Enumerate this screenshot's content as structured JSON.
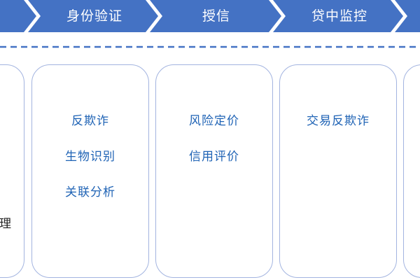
{
  "colors": {
    "chevron_fill": "#4472c4",
    "card_border": "#a3b4e0",
    "item_text": "#1f63b5",
    "dash": "#4472c4"
  },
  "steps": [
    {
      "label": ""
    },
    {
      "label": "身份验证"
    },
    {
      "label": "授信"
    },
    {
      "label": "贷中监控"
    },
    {
      "label": ""
    }
  ],
  "cards": [
    {
      "items": [],
      "fragment": "理"
    },
    {
      "items": [
        "反欺诈",
        "生物识别",
        "关联分析"
      ]
    },
    {
      "items": [
        "风险定价",
        "信用评价"
      ]
    },
    {
      "items": [
        "交易反欺诈"
      ]
    },
    {
      "items": []
    }
  ]
}
